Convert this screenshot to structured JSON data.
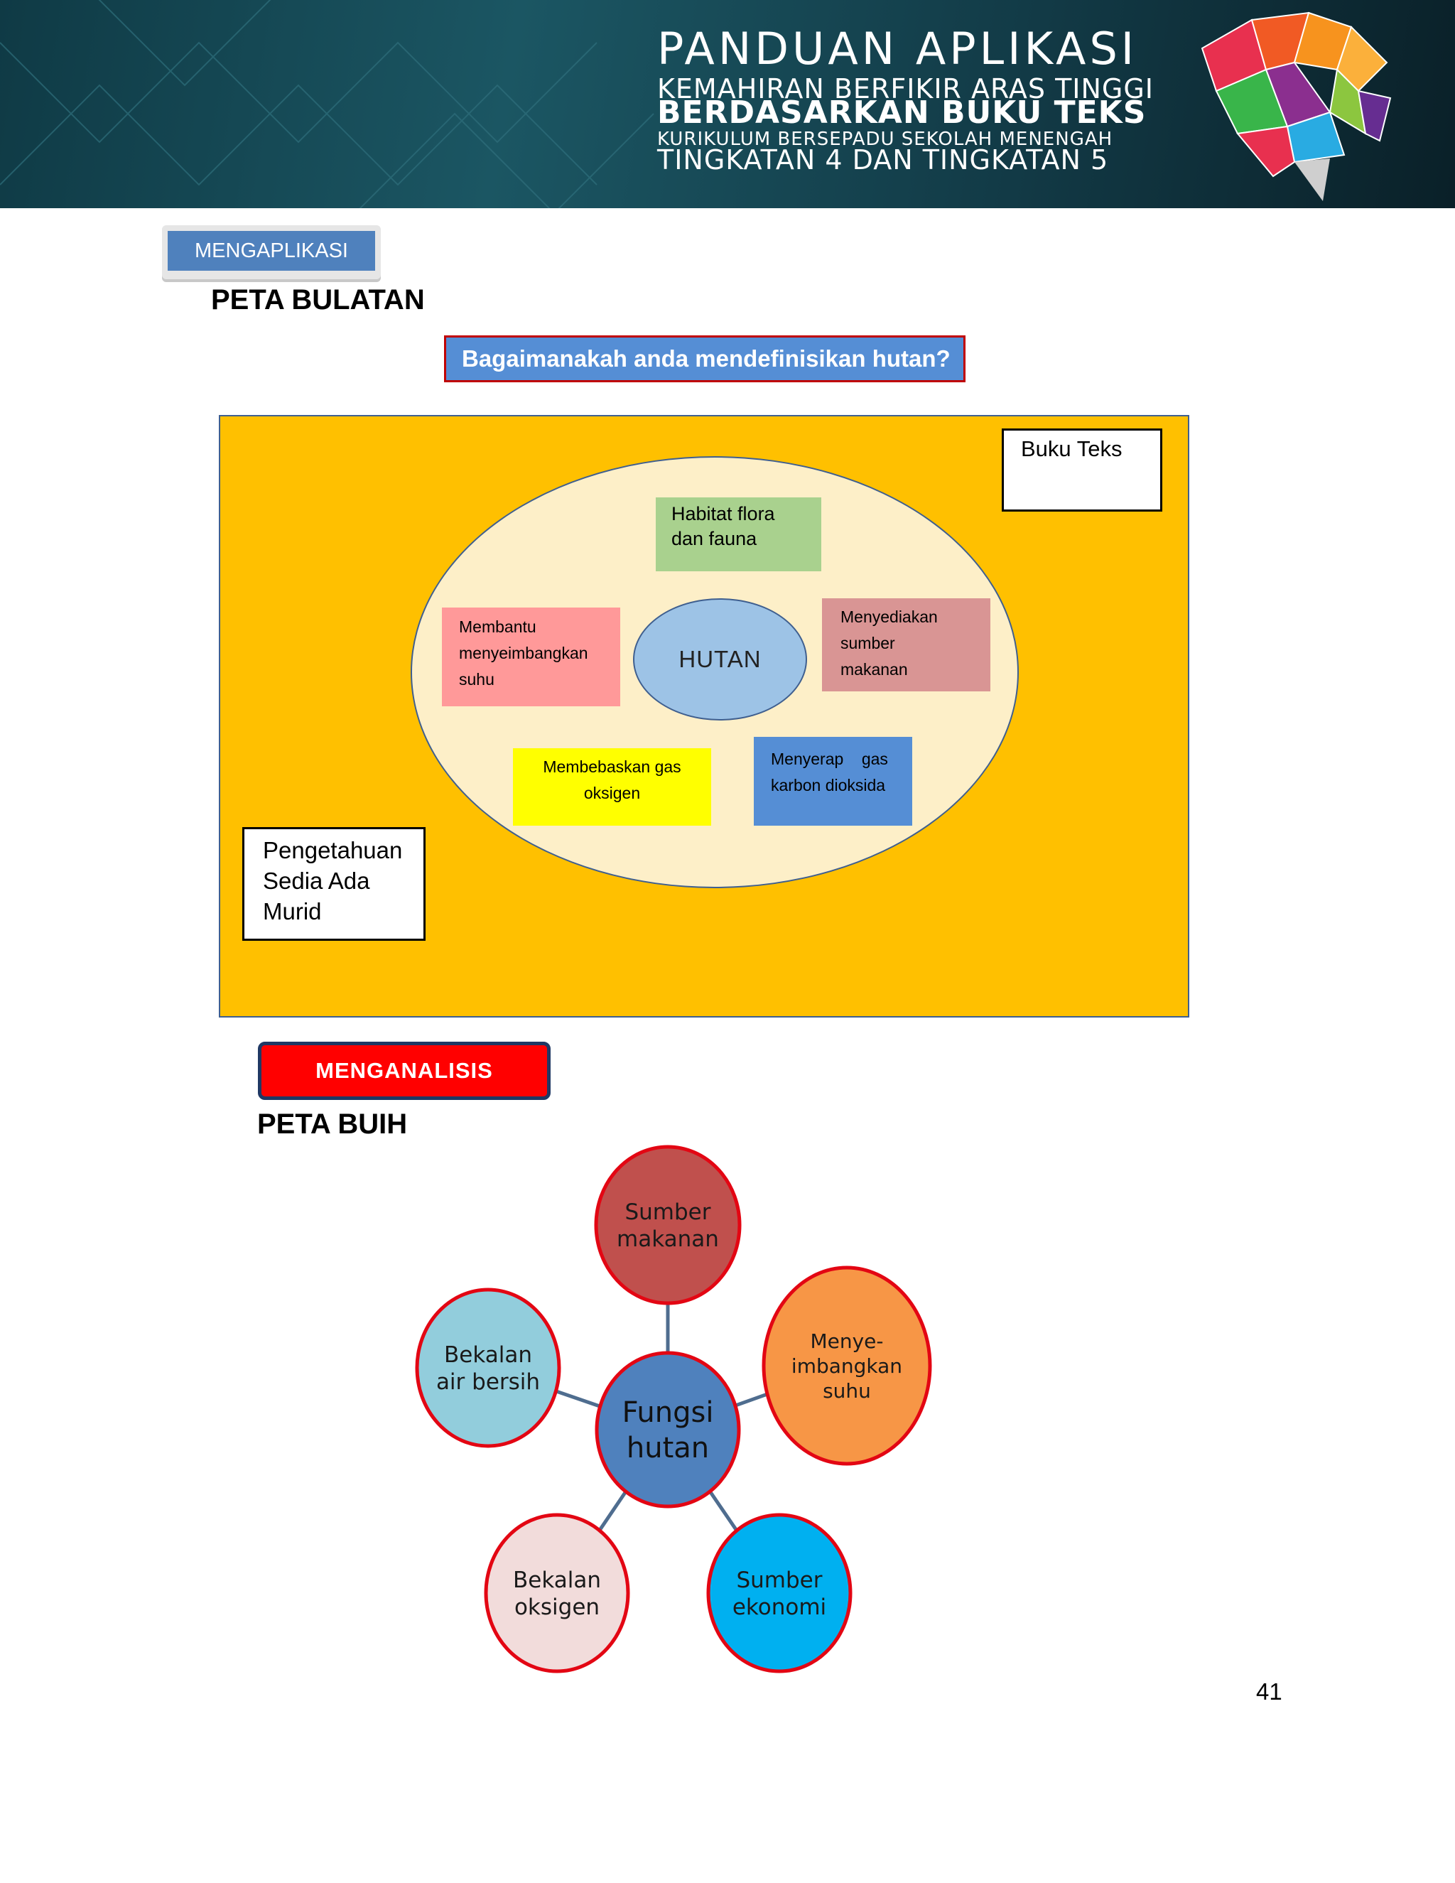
{
  "banner": {
    "line1": "PANDUAN APLIKASI",
    "line2": "KEMAHIRAN BERFIKIR ARAS TINGGI",
    "line3": "BERDASARKAN BUKU TEKS",
    "line4": "KURIKULUM BERSEPADU SEKOLAH MENENGAH",
    "line5": "TINGKATAN 4 DAN TINGKATAN 5",
    "brain_colors": [
      "#e8304f",
      "#f15a24",
      "#f7931e",
      "#fbb03b",
      "#8b2f8f",
      "#39b54a",
      "#8cc63f",
      "#29abe2",
      "#662d91"
    ]
  },
  "section1": {
    "badge": "MENGAPLIKASI",
    "title": "PETA BULATAN",
    "question": "Bagaimanakah anda mendefinisikan hutan?",
    "frame_label": "Buku Teks",
    "prior_knowledge": [
      "Pengetahuan",
      "Sedia Ada",
      "Murid"
    ],
    "center": "HUTAN",
    "facts": [
      {
        "lines": [
          "Habitat flora",
          "dan fauna"
        ]
      },
      {
        "lines": [
          "Menyediakan",
          "sumber",
          "makanan"
        ]
      },
      {
        "lines": [
          "Membantu",
          "menyeimbangkan",
          "suhu"
        ]
      },
      {
        "lines": [
          "Membebaskan gas",
          "oksigen"
        ]
      },
      {
        "lines": [
          "Menyerap    gas",
          "karbon dioksida"
        ]
      }
    ]
  },
  "section2": {
    "badge": "MENGANALISIS",
    "title": "PETA BUIH",
    "center": {
      "lines": [
        "Fungsi",
        "hutan"
      ],
      "color": "#4f81bd"
    },
    "bubbles": [
      {
        "lines": [
          "Sumber",
          "makanan"
        ],
        "color": "#c0504d"
      },
      {
        "lines": [
          "Menye-",
          "imbangkan",
          "suhu"
        ],
        "color": "#f79646"
      },
      {
        "lines": [
          "Sumber",
          "ekonomi"
        ],
        "color": "#00b0f0"
      },
      {
        "lines": [
          "Bekalan",
          "oksigen"
        ],
        "color": "#f2dcdb"
      },
      {
        "lines": [
          "Bekalan",
          "air bersih"
        ],
        "color": "#92cddc"
      }
    ],
    "border_color": "#e30613",
    "connector_color": "#4f6d8f"
  },
  "page_number": "41"
}
